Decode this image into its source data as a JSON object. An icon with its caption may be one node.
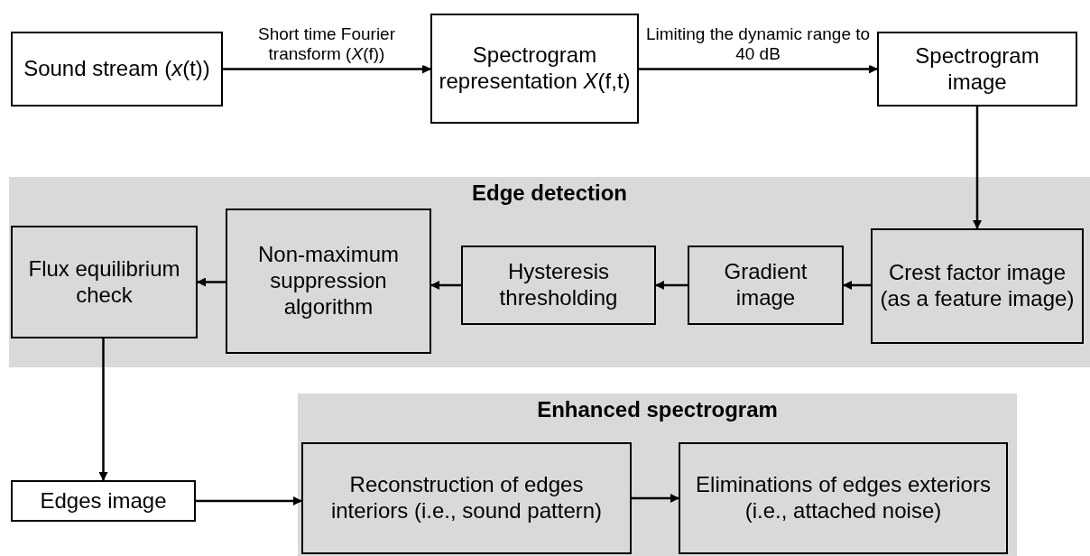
{
  "diagram": {
    "nodes": [
      {
        "text": [
          "Sound stream (*x*(t))"
        ]
      },
      {
        "text": [
          "Spectrogram representation *X*(f,t)"
        ]
      },
      {
        "text": [
          "Spectrogram image"
        ]
      },
      {
        "text": [
          "Edge detection"
        ]
      },
      {
        "text": [
          "Flux equilibrium check"
        ],
        "in": 3
      },
      {
        "text": [
          "Non-maximum suppression algorithm"
        ],
        "in": 3
      },
      {
        "text": [
          "Hysteresis thresholding"
        ],
        "in": 3
      },
      {
        "text": [
          "Gradient image"
        ],
        "in": 3
      },
      {
        "text": [
          "Crest factor image (as a feature image)"
        ],
        "in": 3
      },
      {
        "text": [
          "Edges image"
        ]
      },
      {
        "text": [
          "Enhanced spectrogram"
        ]
      },
      {
        "text": [
          "Reconstruction of edges interiors (i.e., sound pattern)"
        ],
        "in": 10
      },
      {
        "text": [
          "Eliminations of edges exteriors (i.e., attached noise)"
        ],
        "in": 10
      }
    ],
    "edges": [
      {
        "from": 0,
        "to": 1,
        "arrow": "to",
        "label": "Short time Fourier transform (*X*(f))"
      },
      {
        "from": 1,
        "to": 2,
        "arrow": "to",
        "label": "Limiting the dynamic range to 40 dB"
      },
      {
        "from": 2,
        "to": 8,
        "arrow": "to"
      },
      {
        "from": 8,
        "to": 7,
        "arrow": "to"
      },
      {
        "from": 7,
        "to": 6,
        "arrow": "to"
      },
      {
        "from": 6,
        "to": 5,
        "arrow": "to"
      },
      {
        "from": 5,
        "to": 4,
        "arrow": "to"
      },
      {
        "from": 4,
        "to": 9,
        "arrow": "to"
      },
      {
        "from": 9,
        "to": 11,
        "arrow": "to"
      },
      {
        "from": 11,
        "to": 12,
        "arrow": "to"
      }
    ]
  }
}
